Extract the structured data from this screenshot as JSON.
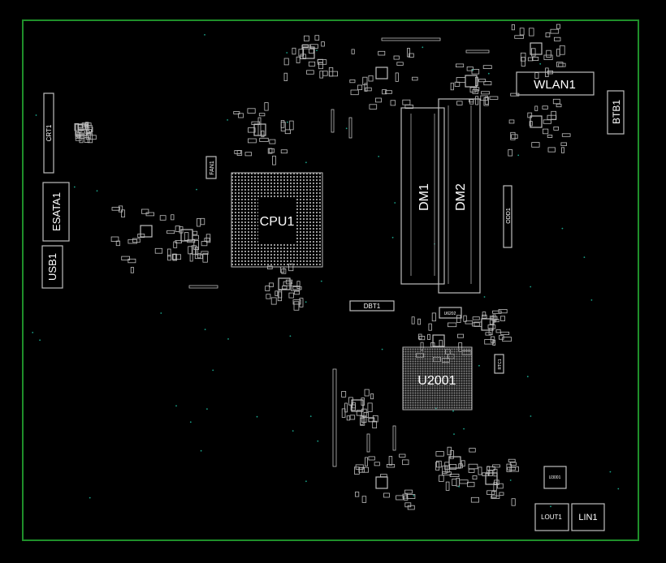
{
  "board": {
    "outline_color": "#1f8f2a",
    "part_color": "#bdbdbd",
    "via_color": "#1aa38a"
  },
  "components": {
    "crt": "CRT1",
    "esata": "ESATA1",
    "usb": "USB1",
    "fan": "FAN1",
    "cpu": "CPU1",
    "dm1": "DM1",
    "dm2": "DM2",
    "wlan": "WLAN1",
    "btb": "BTB1",
    "odd": "ODD1",
    "dbt": "DBT1",
    "u6202": "U6202",
    "u2001": "U2001",
    "rtc": "RTC1",
    "u3001": "U3001",
    "lout": "LOUT1",
    "lin": "LIN1"
  }
}
